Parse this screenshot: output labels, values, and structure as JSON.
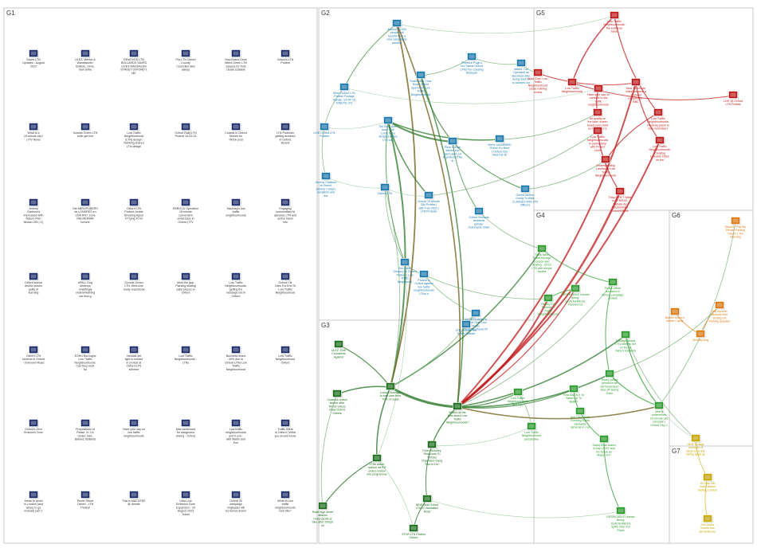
{
  "groups": [
    {
      "id": "G1",
      "label": "G1",
      "color": "#1a2c6b"
    },
    {
      "id": "G2",
      "label": "G2",
      "color": "#1a7ab0"
    },
    {
      "id": "G3",
      "label": "G3",
      "color": "#1b6e1b"
    },
    {
      "id": "G4",
      "label": "G4",
      "color": "#2a9a2a"
    },
    {
      "id": "G5",
      "label": "G5",
      "color": "#c01818"
    },
    {
      "id": "G6",
      "label": "G6",
      "color": "#e07a10"
    },
    {
      "id": "G7",
      "label": "G7",
      "color": "#c9a800"
    }
  ],
  "g1_nodes": [
    "Saves LTN Updates - August 2023",
    "ULEZ, Merton & Wandsworth: Bristols, crime, train strike",
    "REMOVED LTN BOLLARDS SAVED LIVES MAGDALEN STREET OXFORD 1 ME",
    "Pro-LTN Oxford County Councillor falls asleep",
    "How Buses Drive Weird Green LTN Spaces for Kids create scalable",
    "Oxford's LTN Protest",
    "What is a 15-minute city? | ITV News",
    "Sounds Green LTN write get line",
    "Low Traffic Neighbourhood (LTN) design: Ranking shared LTN design",
    "Oxford Rally LTN Protest 15-03-23",
    "Crowds in Oxford Streets for TikTok post",
    "LTN Protester getting arrested in Oxford streets",
    "Jeremy Clarkson's Impressed With Nature Plan Nissan 250 | C)",
    "Die ABROPLIBERS de LONDRES en CENTRO: zona NHLMEMIAR fortune",
    "Oxford LTN Protest: Amble Shouting Agout It Trying To Int",
    "EBROCU Operation 15-minute convenient underclass in Oxford | ITV",
    "Hackney's low traffic neighbourhoods",
    "Engaging communities to advance LTN and active travel info",
    "Oxford school district closes guilty of learning",
    "#PALL Dog destroys unwittingly underwhelming car-and-g",
    "Sounds Green LTN: Welcome ready reachbook",
    "Mind the gap: Planting skating safer places in Oxford",
    "Low Traffic Neighbourhoods: getting the message out in Oxford",
    "Oxford Cllr Calls For End To Low Traffic Neighbourhood",
    "Oxford LTN scheme in Oxford - Unknown Road",
    "EOHU Boroughs Low Traffic Neighbourhoods: Can they work for",
    "Vandals set light to bollard in protest at Oxford LTN scheme",
    "Low Traffic Neighbourhoods - LTNs",
    "Business dears 30% due to Oxford LTNs Low Traffic Neighbourhood",
    "Low Traffic Neighbourhood Oxford",
    "Oxford's Zero Emission Zone",
    "Propositions of Pease, In: Dc Under, Dier, Bakred, Bollards",
    "Have your say on low traffic neighbourhoods",
    "Man sentenced for dangerous driving - Oxford",
    "Low traffic neighbourhoods aren't evil - with Martin and Eve",
    "Traffic filters in Oxford | What you should know",
    "Areas to avoid in London (and where to go instead) part 1",
    "Street Street Oxford - LTN Protest",
    "This is MACCEEE @ donate",
    "Ultra Low Emission Zone Expansion - 29 August 2023 Travel",
    "Oxford 30 campaign ringleader will be turned down!",
    "What do low traffic neighbourhoods look like?"
  ],
  "network_nodes": [
    {
      "id": "n1",
      "g": "G2",
      "t": "Around 30,000 people will benefit from a new campaigns scheme"
    },
    {
      "id": "n2",
      "g": "G2",
      "t": "Essex Men: How Much Oxford Spend On Low Traffic Neighbourhood"
    },
    {
      "id": "n3",
      "g": "G2",
      "t": "Florence Pugh's Cut Slams Oxford LTNs For Causing Disrepair"
    },
    {
      "id": "n4",
      "g": "G2",
      "t": "Wales: Car Operated as Business after doing road for to accepts our"
    },
    {
      "id": "n5",
      "g": "G2",
      "t": "More Oxford LTN Protest Footage debate: STOP 15 MINUTE CIT"
    },
    {
      "id": "n6",
      "g": "G2",
      "t": "LIVE Oxford LTN Protest"
    },
    {
      "id": "n7",
      "g": "G2",
      "t": "Jeremy Clarkson on Brexit, Jeremy Corbyn, socialism and the"
    },
    {
      "id": "n8",
      "g": "G2",
      "t": "Tim Burt: don't want 'Hull' Lords to be dictated where LTN can"
    },
    {
      "id": "n9",
      "g": "G2",
      "t": "We're not ARMED Police Go Brief | Oxford City Gets Far Br"
    },
    {
      "id": "n10",
      "g": "G2",
      "t": "Piers Corbyn strikes into giant plant pot to protest LTNs in"
    },
    {
      "id": "n11",
      "g": "G2",
      "t": "Oxford LTN"
    },
    {
      "id": "n12",
      "g": "G2",
      "t": "Oxford 15 Minute City Protest | 18th Feb 2023 | LTN Protests"
    },
    {
      "id": "n13",
      "g": "G2",
      "t": "Oxford Nomads residents grinder motorcycle chain"
    },
    {
      "id": "n14",
      "g": "G2",
      "t": "Oxford Mother Going To Walk CLASSES With LTN Officers"
    },
    {
      "id": "n15",
      "g": "G2",
      "t": "Don Aslan Gregory @ Oxford Protest | Low Traffic Neighbourh"
    },
    {
      "id": "n16",
      "g": "G2",
      "t": "Protest in Oxford against low traffic neighbourhoods LTNs a"
    },
    {
      "id": "n17",
      "g": "G2",
      "t": "MASS Protests In Oxford Over Low Traffic Neighbourhood Of"
    },
    {
      "id": "n18",
      "g": "G2",
      "t": "LTN Oxford: The Street Debate"
    },
    {
      "id": "n19",
      "g": "G3",
      "t": "ULEZ: Emit Councillors Against"
    },
    {
      "id": "n20",
      "g": "G3",
      "t": "London borough to ban cars from 70% of roads"
    },
    {
      "id": "n21",
      "g": "G3",
      "t": "Closeout orders issued after TikTok videos show Oxford Streets"
    },
    {
      "id": "n22",
      "g": "G3",
      "t": "What's all the fuss about Low Traffic Neighbourhoods?"
    },
    {
      "id": "n23",
      "g": "G3",
      "t": "LTNs divide opinion as PM orders review into programme"
    },
    {
      "id": "n24",
      "g": "G3",
      "t": "Peter Sinkeley Responds To TikToks Organised Gang Riot In Oxf"
    },
    {
      "id": "n25",
      "g": "G3",
      "t": "Road rage driver attacks motorcyclist at bike after 20mph sh"
    },
    {
      "id": "n26",
      "g": "G3",
      "t": "NEW Best Oxford LTN IS Vandalism Road"
    },
    {
      "id": "n27",
      "g": "G3",
      "t": "STOP LTN Protest Oxford"
    },
    {
      "id": "n28",
      "g": "G4",
      "t": "Think twice Travel through London and dealing - ULEZ LTN with simple booths"
    },
    {
      "id": "n29",
      "g": "G4",
      "t": "DESPICABLE Human Being: SLAVISHNESS Planned Ca"
    },
    {
      "id": "n30",
      "g": "G4",
      "t": "History Foil Protestor - Traffic Neighbourhoods"
    },
    {
      "id": "n31",
      "g": "G4",
      "t": "Police officer accused of filming campaign protest"
    },
    {
      "id": "n32",
      "g": "G4",
      "t": "Footage shows LTN barriers set on fire as Oxford residents"
    },
    {
      "id": "n33",
      "g": "G4",
      "t": "Heavy police presence as demonstrators face off during Oxfor"
    },
    {
      "id": "n34",
      "g": "G4",
      "t": "Low Traffic Neighbourhoods and Cycl"
    },
    {
      "id": "n35",
      "g": "G4",
      "t": "How Bad is It To Stand Up To Bailiff?"
    },
    {
      "id": "n36",
      "g": "G4",
      "t": "Low Traffic Neighbourhood perspective"
    },
    {
      "id": "n37",
      "g": "G4",
      "t": "Anti-Ulez Mods Running Rates vandalise cameras in Lon"
    },
    {
      "id": "n38",
      "g": "G4",
      "t": "Liberty undermines 15-minute city principle | Oxford City C"
    },
    {
      "id": "n39",
      "g": "G4",
      "t": "Sadiq Khan asked to ban ULEZ and his future as Mayor of P"
    },
    {
      "id": "n40",
      "g": "G4",
      "t": "DESPICABLE Human Being: SLAVISHNESS Spills Over For Plans"
    },
    {
      "id": "n41",
      "g": "G5",
      "t": "Low Traffic Neighbourhoods: the evidence base"
    },
    {
      "id": "n42",
      "g": "G5",
      "t": "Mad Chef: Low Traffic Neighbourhood cause nothing review"
    },
    {
      "id": "n43",
      "g": "G5",
      "t": "Low Traffic Neighbourhoods"
    },
    {
      "id": "n44",
      "g": "G5",
      "t": "Have your say on Lambeth's low traffic neighbourhoods"
    },
    {
      "id": "n45",
      "g": "G5",
      "t": "Now 15-minute cities' became a 'socialist conspiracy' - BBC"
    },
    {
      "id": "n46",
      "g": "G5",
      "t": "LIVE @ Oxford LTN Protest"
    },
    {
      "id": "n47",
      "g": "G5",
      "t": "Air quality on the tube: frozen headcount chart on the road CL"
    },
    {
      "id": "n48",
      "g": "G5",
      "t": "Low Traffic Neighbourhoods: Hackney plans to ban motorised t"
    },
    {
      "id": "n49",
      "g": "G5",
      "t": "Low Traffic Neighbourhoods in partnership with Project Centr"
    },
    {
      "id": "n50",
      "g": "G5",
      "t": "Low Traffic Neighbourhoods: Creating Liveable Cities on the"
    },
    {
      "id": "n51",
      "g": "G5",
      "t": "Understanding Lambeth's Low Traffic Neighbourhoods"
    },
    {
      "id": "n52",
      "g": "G5",
      "t": "They DON'T Want to? FIERCE Debate As Westminster Council Bans"
    },
    {
      "id": "n53",
      "g": "G6",
      "t": "Should I Pay My Private Parking Ticket? | The Warning"
    },
    {
      "id": "n54",
      "g": "G6",
      "t": "Bodies found in Watch Castle"
    },
    {
      "id": "n55",
      "g": "G6",
      "t": "Sky reporter blocked from visiting UK Parking question"
    },
    {
      "id": "n56",
      "g": "G6",
      "t": "Sunday sing"
    },
    {
      "id": "n57",
      "g": "G7",
      "t": "NEW footage emerges of fairground ride falling apart @"
    },
    {
      "id": "n58",
      "g": "G7",
      "t": "20 Year Old Video Before Visiting London"
    },
    {
      "id": "n59",
      "g": "G7",
      "t": "Zoo doctor travels into dementia ber"
    }
  ]
}
